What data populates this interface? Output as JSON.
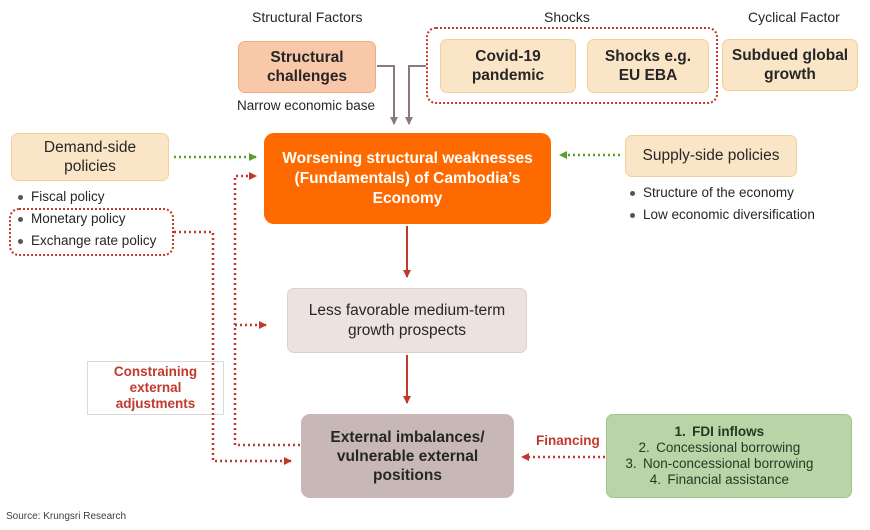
{
  "headers": {
    "structural": "Structural Factors",
    "shocks": "Shocks",
    "cyclical": "Cyclical Factor"
  },
  "boxes": {
    "structural_challenges": "Structural challenges",
    "covid": "Covid-19 pandemic",
    "shocks_eba": "Shocks e.g. EU EBA",
    "subdued_growth": "Subdued global growth",
    "core": "Worsening structural weaknesses (Fundamentals) of Cambodia’s Economy",
    "demand_side": "Demand-side policies",
    "supply_side": "Supply-side policies",
    "medium_term": "Less favorable medium-term growth prospects",
    "external": "External imbalances/ vulnerable external positions"
  },
  "labels": {
    "narrow_base": "Narrow economic base",
    "constraining": "Constraining external adjustments",
    "financing": "Financing",
    "source": "Source: Krungsri Research"
  },
  "demand_bullets": [
    "Fiscal policy",
    "Monetary policy",
    "Exchange rate policy"
  ],
  "supply_bullets": [
    "Structure of the economy",
    "Low economic diversification"
  ],
  "financing_list": [
    {
      "num": "1.",
      "text": "FDI inflows"
    },
    {
      "num": "2.",
      "text": "Concessional borrowing"
    },
    {
      "num": "3.",
      "text": "Non-concessional borrowing"
    },
    {
      "num": "4.",
      "text": "Financial assistance"
    }
  ],
  "colors": {
    "core_orange": "#ff6a00",
    "peach": "#fbe5c7",
    "salmon": "#f9c8a8",
    "grey_light": "#ece3e0",
    "grey_dark": "#c8b8b5",
    "green_box": "#b9d4a6",
    "arrow_red": "#c0392b",
    "arrow_green": "#5b9e2c",
    "arrow_grey": "#8c7a78"
  }
}
